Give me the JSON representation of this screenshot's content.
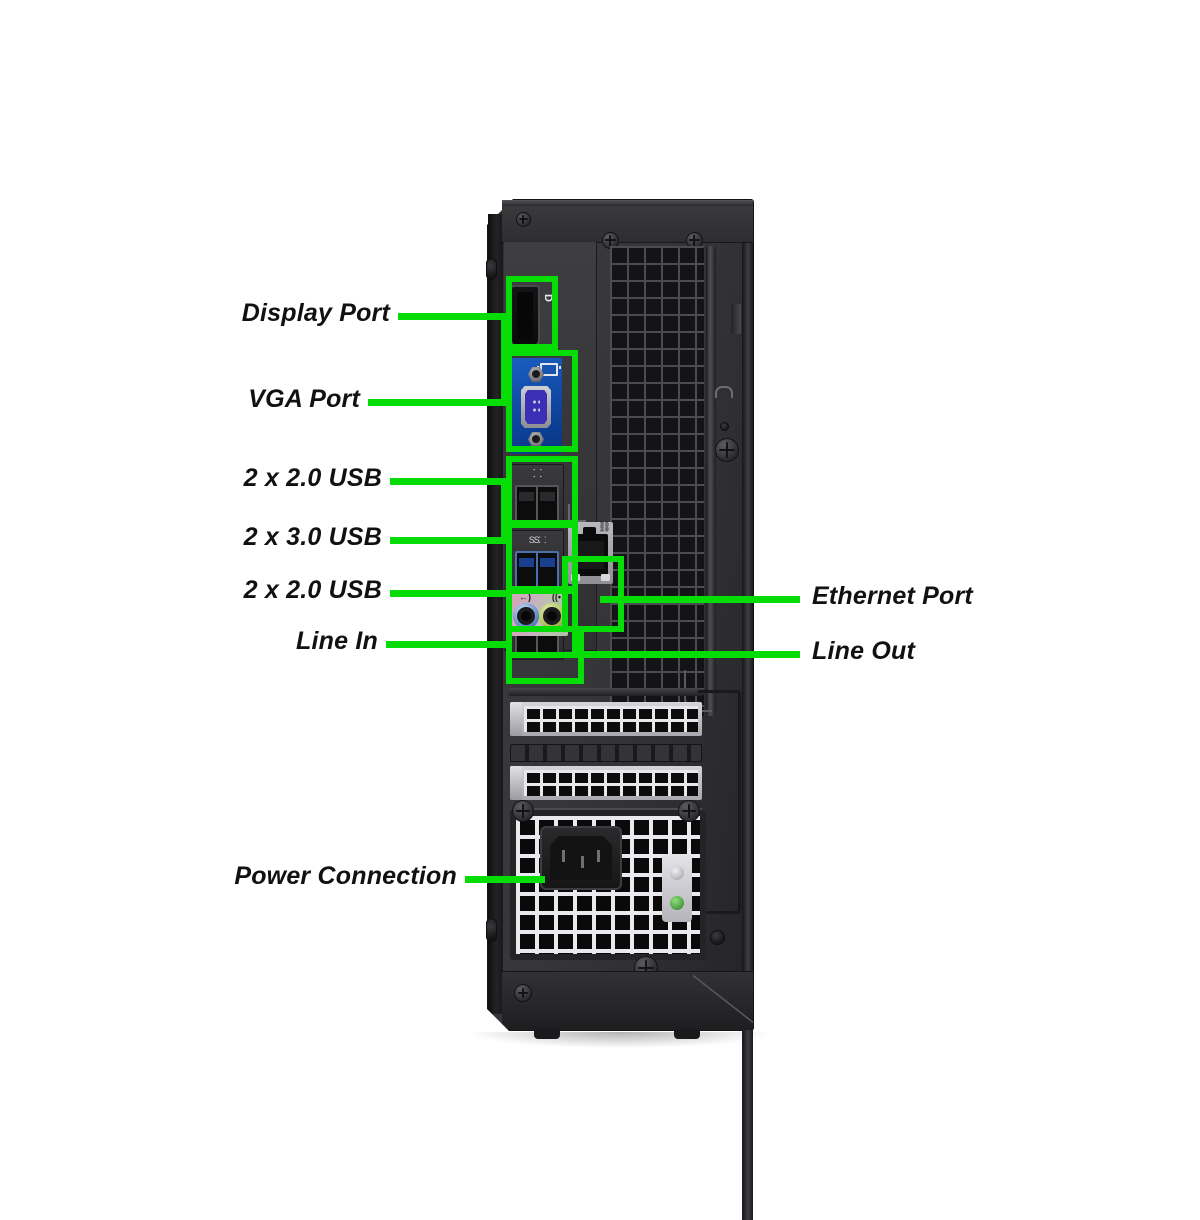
{
  "diagram": {
    "title": "Desktop PC Rear I/O Port Diagram",
    "accent_color": "#06dd06",
    "text_color": "#111111",
    "background_color": "#ffffff"
  },
  "callouts": {
    "left": [
      {
        "id": "display-port",
        "label": "Display Port",
        "target": "DisplayPort video output"
      },
      {
        "id": "vga-port",
        "label": "VGA Port",
        "target": "VGA video output"
      },
      {
        "id": "usb20-top",
        "label": "2 x 2.0 USB",
        "target": "Two USB 2.0 ports (upper)"
      },
      {
        "id": "usb30",
        "label": "2 x 3.0 USB",
        "target": "Two USB 3.0 ports"
      },
      {
        "id": "usb20-bottom",
        "label": "2 x 2.0 USB",
        "target": "Two USB 2.0 ports (lower)"
      },
      {
        "id": "line-in",
        "label": "Line In",
        "target": "Blue audio line-in jack"
      },
      {
        "id": "power-connection",
        "label": "Power Connection",
        "target": "IEC C14 power inlet"
      }
    ],
    "right": [
      {
        "id": "ethernet-port",
        "label": "Ethernet Port",
        "target": "RJ45 network port"
      },
      {
        "id": "line-out",
        "label": "Line Out",
        "target": "Green audio line-out jack"
      }
    ]
  },
  "ports": {
    "displayport": {
      "name": "DisplayPort",
      "icon": "displayport-icon",
      "glyph": "D",
      "count": 1
    },
    "vga": {
      "name": "VGA",
      "icon": "monitor-icon",
      "color": "#0e46a0",
      "count": 1
    },
    "usb_20_top": {
      "name": "USB 2.0",
      "icon": "usb-icon",
      "glyph": "⸬",
      "count": 2,
      "color": "#0c0c0d"
    },
    "usb_30": {
      "name": "USB 3.0",
      "icon": "usb-superspeed-icon",
      "glyph": "SS⸬",
      "count": 2,
      "color": "#1b3f8f"
    },
    "usb_20_bot": {
      "name": "USB 2.0",
      "icon": "usb-icon",
      "glyph": "⸬",
      "count": 2,
      "color": "#0c0c0d"
    },
    "ethernet": {
      "name": "RJ45 Ethernet",
      "icon": "network-icon",
      "glyph": "⛓",
      "count": 1
    },
    "line_in": {
      "name": "Line In",
      "icon": "audio-in-icon",
      "glyph": "←)",
      "color": "#6f97cf"
    },
    "line_out": {
      "name": "Line Out",
      "icon": "audio-out-icon",
      "glyph": "((•",
      "color": "#b3c95f"
    },
    "power_inlet": {
      "name": "IEC C14 Power Inlet",
      "icon": "power-plug-icon",
      "count": 1
    }
  },
  "chassis": {
    "form_factor": "Small Form Factor desktop tower (rear view)",
    "body_color": "#2f2f31",
    "expansion_slots": 2,
    "psu": {
      "switch_indicator_color": "#2f7a2a",
      "vent_style": "square-mesh"
    }
  }
}
